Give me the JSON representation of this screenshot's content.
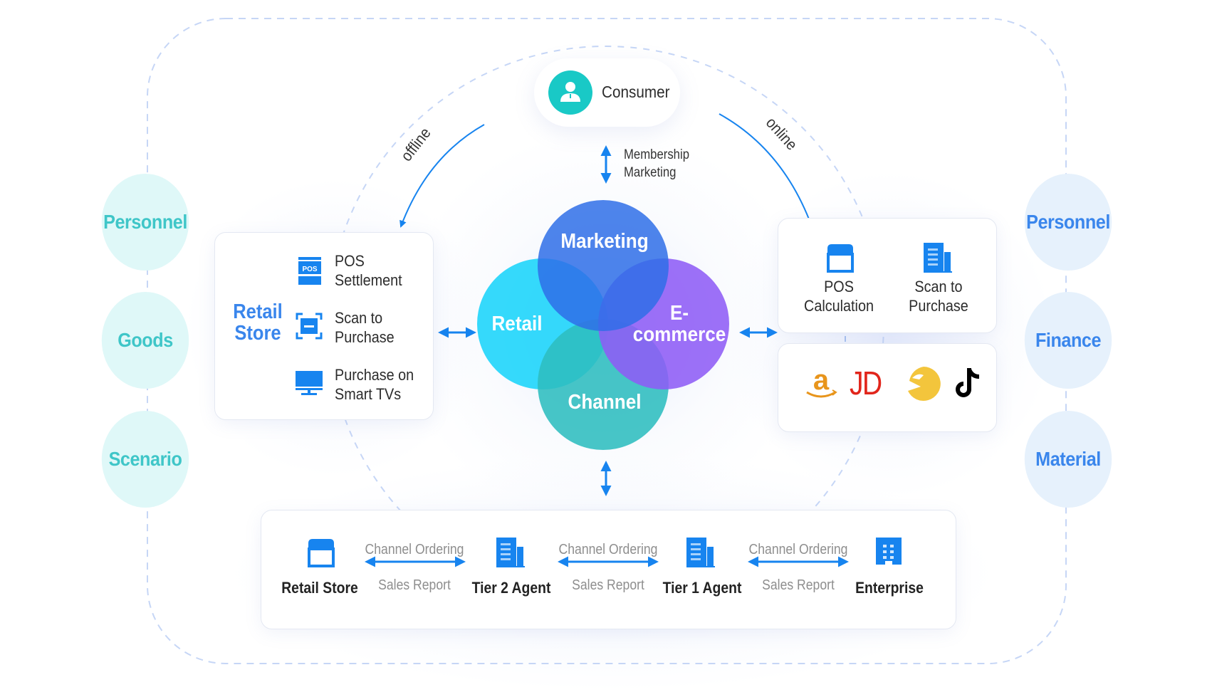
{
  "consumer": {
    "label": "Consumer",
    "icon": "user-icon"
  },
  "connectors": {
    "offline": "offline",
    "online": "online",
    "membership_line1": "Membership",
    "membership_line2": "Marketing"
  },
  "left_dimensions": [
    {
      "label": "Personnel"
    },
    {
      "label": "Goods"
    },
    {
      "label": "Scenario"
    }
  ],
  "right_dimensions": [
    {
      "label": "Personnel"
    },
    {
      "label": "Finance"
    },
    {
      "label": "Material"
    }
  ],
  "retail_store_card": {
    "title_line1": "Retail",
    "title_line2": "Store",
    "items": [
      {
        "icon": "pos-icon",
        "line1": "POS",
        "line2": "Settlement"
      },
      {
        "icon": "scan-icon",
        "line1": "Scan to",
        "line2": "Purchase"
      },
      {
        "icon": "tv-icon",
        "line1": "Purchase on",
        "line2": "Smart TVs"
      }
    ]
  },
  "venn": {
    "top": "Marketing",
    "left": "Retail",
    "right_line1": "E-",
    "right_line2": "commerce",
    "bottom": "Channel",
    "colors": {
      "marketing": "#2f6fe8",
      "retail": "#1fd5fb",
      "ecommerce": "#8e5cf6",
      "channel": "#2dbdbf"
    }
  },
  "online_card": {
    "items": [
      {
        "icon": "store-icon",
        "line1": "POS",
        "line2": "Calculation"
      },
      {
        "icon": "building-icon",
        "line1": "Scan to",
        "line2": "Purchase"
      }
    ]
  },
  "platforms_card": {
    "logos": [
      {
        "name": "amazon-logo",
        "glyph": "a",
        "color": "#e8951c"
      },
      {
        "name": "jd-logo",
        "glyph": "JD",
        "color": "#e1251b"
      },
      {
        "name": "meituan-logo",
        "glyph": "",
        "color": "#f3c53c"
      },
      {
        "name": "tiktok-logo",
        "glyph": "♪",
        "color": "#000000"
      }
    ]
  },
  "channel_chain": {
    "nodes": [
      {
        "label": "Retail Store",
        "icon": "store-icon"
      },
      {
        "label": "Tier 2 Agent",
        "icon": "building-icon"
      },
      {
        "label": "Tier 1 Agent",
        "icon": "building-icon"
      },
      {
        "label": "Enterprise",
        "icon": "office-icon"
      }
    ],
    "links": [
      {
        "top": "Channel Ordering",
        "bottom": "Sales Report"
      },
      {
        "top": "Channel Ordering",
        "bottom": "Sales Report"
      },
      {
        "top": "Channel Ordering",
        "bottom": "Sales Report"
      }
    ]
  },
  "colors": {
    "accent_blue": "#1784ef",
    "teal": "#3fc6c8",
    "dash": "#c6d6f6"
  }
}
